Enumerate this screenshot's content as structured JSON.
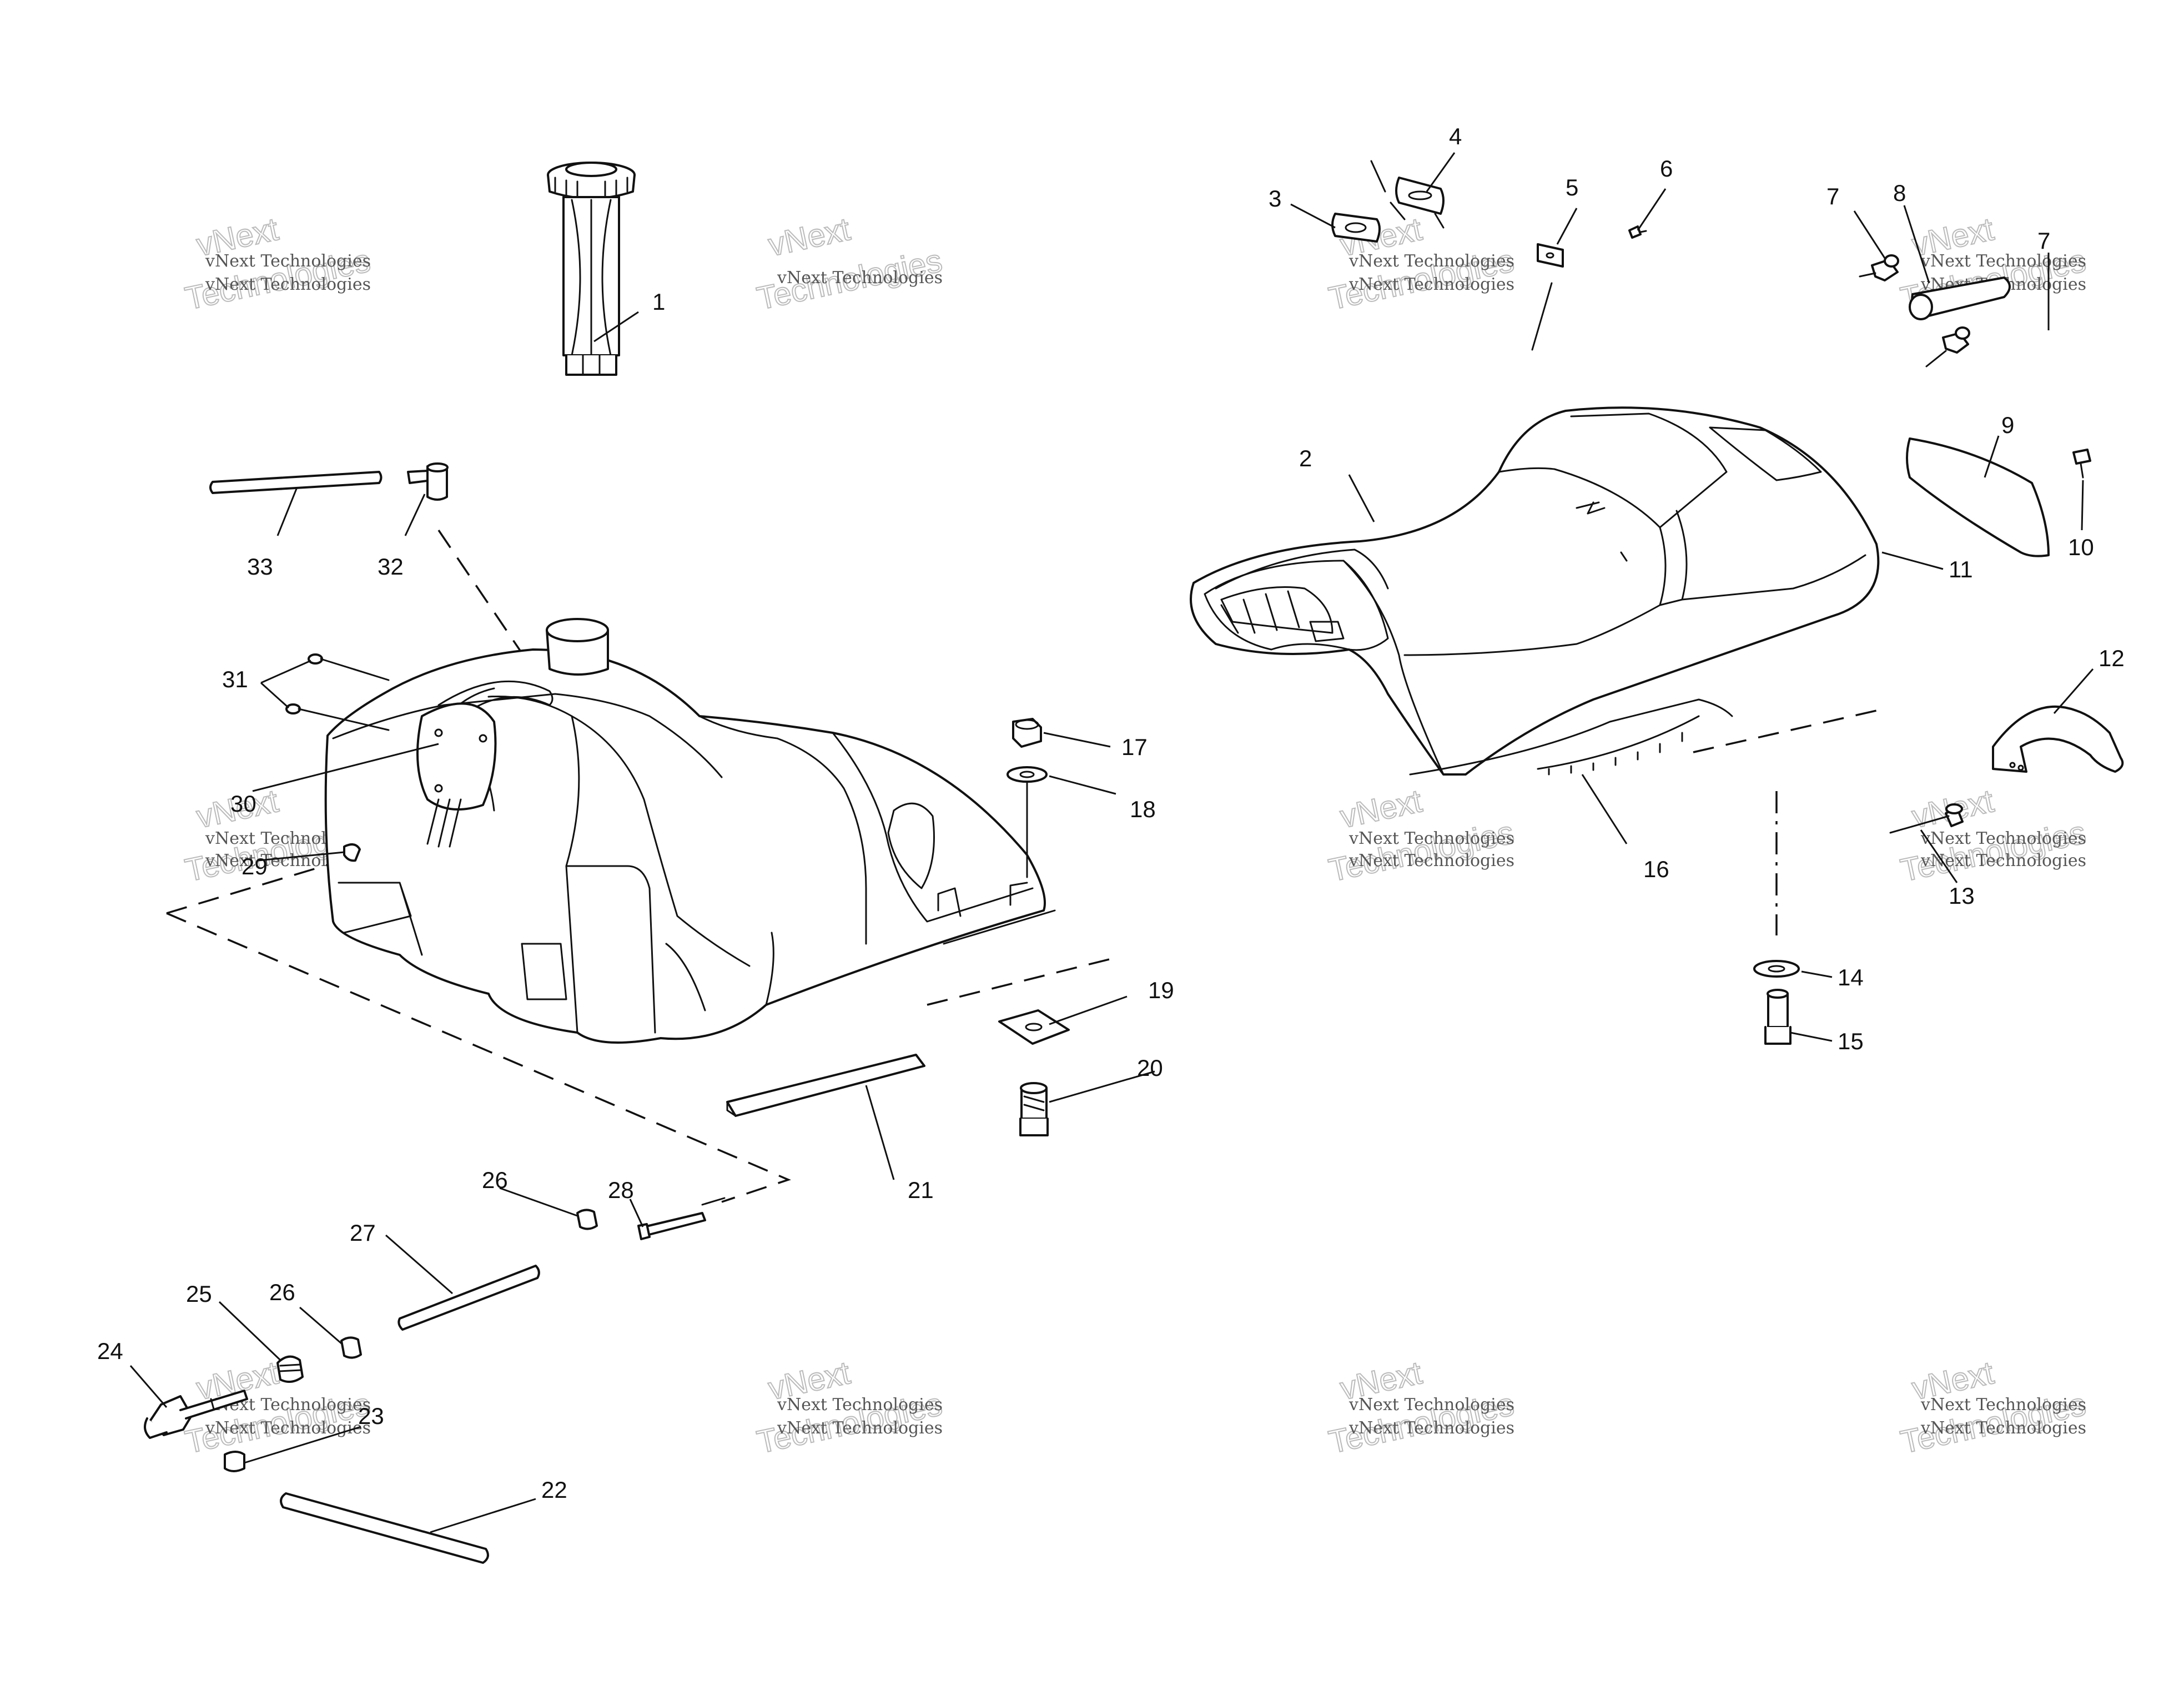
{
  "callouts": [
    {
      "n": "1"
    },
    {
      "n": "2"
    },
    {
      "n": "3"
    },
    {
      "n": "4"
    },
    {
      "n": "5"
    },
    {
      "n": "6"
    },
    {
      "n": "7"
    },
    {
      "n": "7"
    },
    {
      "n": "8"
    },
    {
      "n": "9"
    },
    {
      "n": "10"
    },
    {
      "n": "11"
    },
    {
      "n": "12"
    },
    {
      "n": "13"
    },
    {
      "n": "14"
    },
    {
      "n": "15"
    },
    {
      "n": "16"
    },
    {
      "n": "17"
    },
    {
      "n": "18"
    },
    {
      "n": "19"
    },
    {
      "n": "20"
    },
    {
      "n": "21"
    },
    {
      "n": "22"
    },
    {
      "n": "23"
    },
    {
      "n": "24"
    },
    {
      "n": "25"
    },
    {
      "n": "26"
    },
    {
      "n": "26"
    },
    {
      "n": "27"
    },
    {
      "n": "28"
    },
    {
      "n": "29"
    },
    {
      "n": "30"
    },
    {
      "n": "31"
    },
    {
      "n": "32"
    },
    {
      "n": "33"
    }
  ],
  "watermark": {
    "line1": "vNext Technologies",
    "line2": "Technologies",
    "mark": "vNext"
  }
}
